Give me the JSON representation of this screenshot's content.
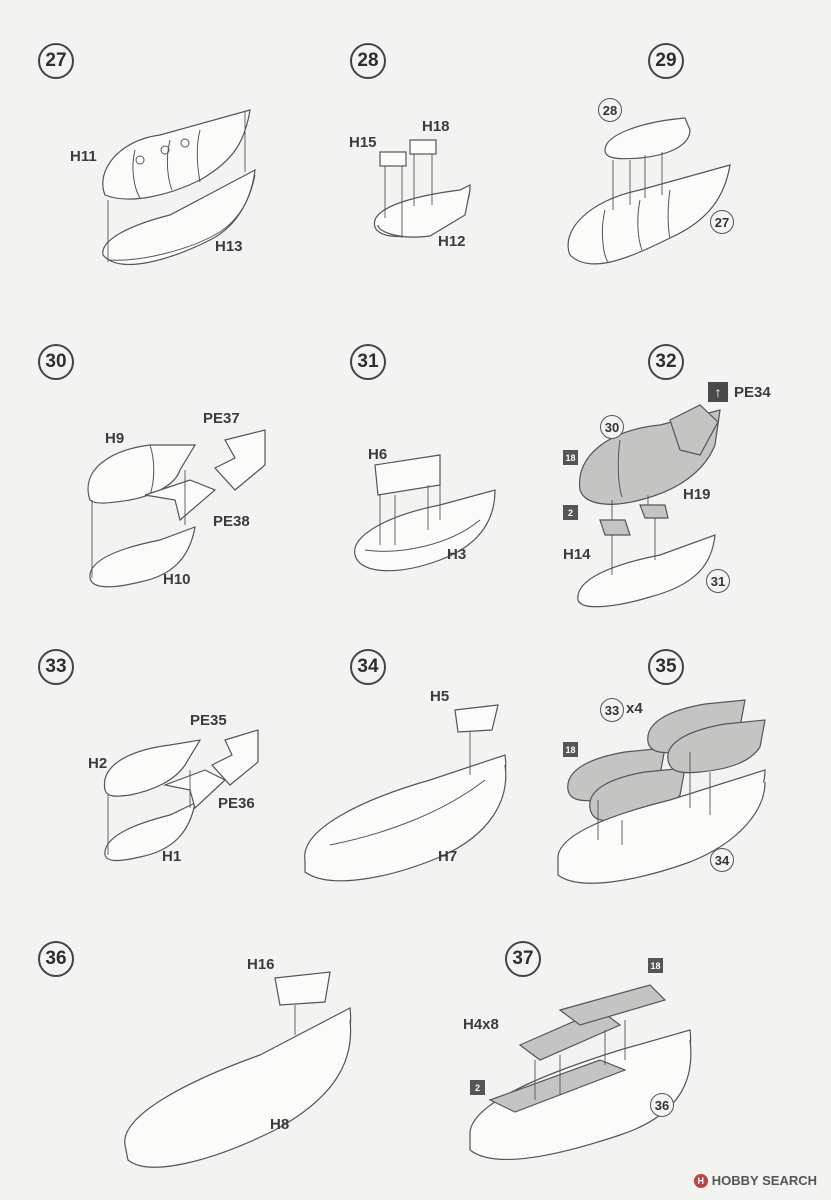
{
  "steps": [
    {
      "number": "27",
      "labels": [
        "H11",
        "H13"
      ]
    },
    {
      "number": "28",
      "labels": [
        "H15",
        "H18",
        "H12"
      ]
    },
    {
      "number": "29",
      "labels": [],
      "refs": [
        "28",
        "27"
      ]
    },
    {
      "number": "30",
      "labels": [
        "H9",
        "PE37",
        "PE38",
        "H10"
      ]
    },
    {
      "number": "31",
      "labels": [
        "H6",
        "H3"
      ]
    },
    {
      "number": "32",
      "labels": [
        "PE34",
        "H19",
        "H14"
      ],
      "refs": [
        "30",
        "31"
      ],
      "chips": [
        "18",
        "2"
      ]
    },
    {
      "number": "33",
      "labels": [
        "H2",
        "PE35",
        "PE36",
        "H1"
      ]
    },
    {
      "number": "34",
      "labels": [
        "H5",
        "H7"
      ]
    },
    {
      "number": "35",
      "labels": [
        "x4"
      ],
      "refs": [
        "33",
        "34"
      ],
      "chips": [
        "18"
      ]
    },
    {
      "number": "36",
      "labels": [
        "H16",
        "H8"
      ]
    },
    {
      "number": "37",
      "labels": [
        "H4x8"
      ],
      "refs": [
        "36"
      ],
      "chips": [
        "18",
        "2"
      ]
    }
  ],
  "footer": {
    "brand_icon": "hobby-search-logo-icon",
    "brand": "HOBBY SEARCH",
    "logo_letter": "H"
  },
  "icons": {
    "up_arrow": "↑"
  }
}
